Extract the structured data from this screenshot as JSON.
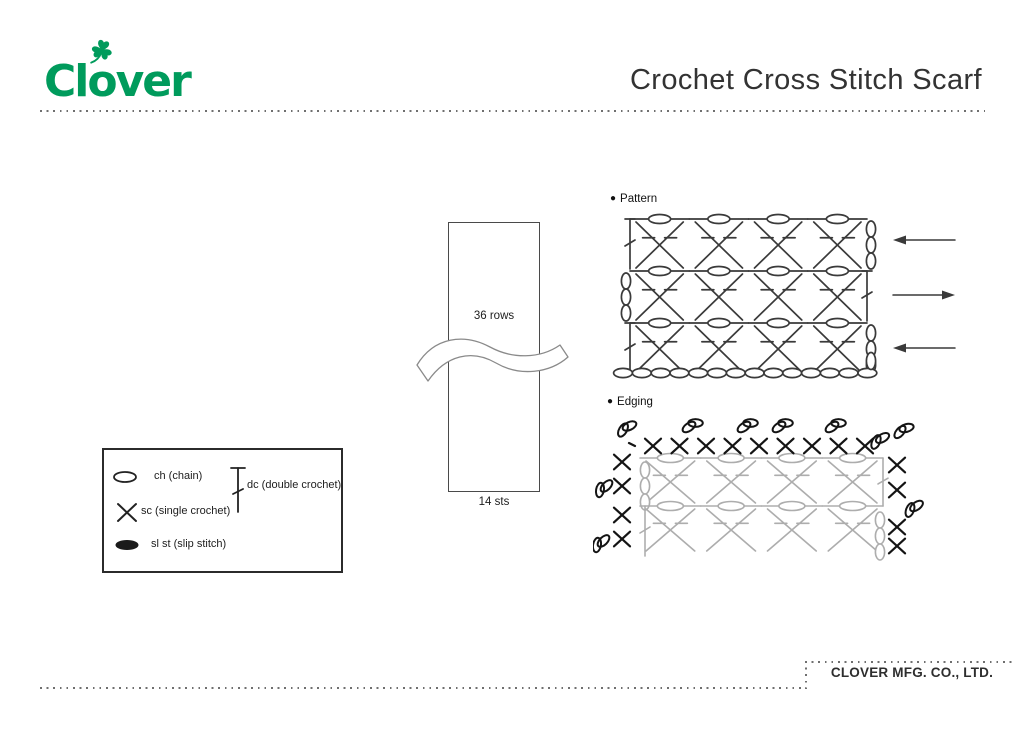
{
  "header": {
    "logo_text": "Clover",
    "title": "Crochet Cross Stitch Scarf"
  },
  "schematic": {
    "rows_label": "36 rows",
    "sts_label": "14 sts"
  },
  "legend": {
    "ch_label": "ch (chain)",
    "sc_label": "sc (single crochet)",
    "sl_st_label": "sl st (slip stitch)",
    "dc_label": "dc (double crochet)"
  },
  "pattern_section": {
    "bullet": "●",
    "label": "Pattern",
    "rows": 3,
    "crosses_per_row": 4,
    "foundation_chain_count": 14,
    "turning_chain_count": 3,
    "row_direction_arrows": [
      "left",
      "right",
      "left"
    ]
  },
  "edging_section": {
    "bullet": "●",
    "label": "Edging",
    "base_rows": 2,
    "crosses_per_row": 4,
    "top_sc_count": 9,
    "side_sc_count": 4
  },
  "footer": {
    "company": "CLOVER MFG. CO., LTD."
  },
  "colors": {
    "logo_green": "#009b5c",
    "diagram_line": "#3a3a3a",
    "edging_base_gray": "#adadad",
    "edging_black": "#141414",
    "dotted_rule": "#6f6f6f"
  }
}
